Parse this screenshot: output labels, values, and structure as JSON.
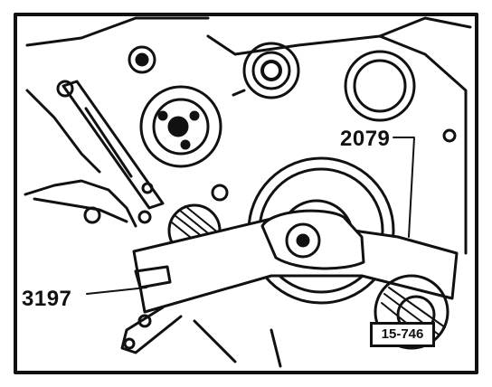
{
  "callouts": {
    "tool_a": "2079",
    "tool_b": "3197"
  },
  "figure_ref": "15-746",
  "colors": {
    "ink": "#111111",
    "paper": "#ffffff"
  }
}
